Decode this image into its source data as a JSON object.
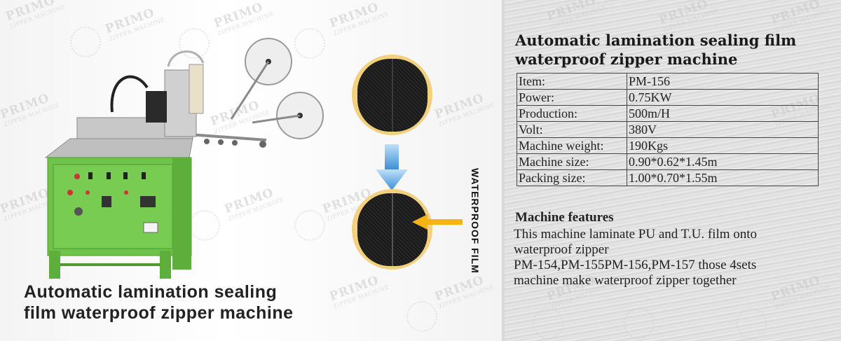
{
  "watermark": {
    "brand": "PRIMO",
    "sub": "ZIPPER MACHINE"
  },
  "left": {
    "caption_line1": "Automatic lamination sealing",
    "caption_line2": "film waterproof zipper machine",
    "waterproof_label": "WATERPROOF FILM"
  },
  "right": {
    "title_line1": "Automatic lamination sealing film",
    "title_line2": "waterproof zipper machine",
    "specs": [
      {
        "key": "Item:",
        "value": "PM-156"
      },
      {
        "key": "Power:",
        "value": "0.75KW"
      },
      {
        "key": "Production:",
        "value": "500m/H"
      },
      {
        "key": "Volt:",
        "value": "380V"
      },
      {
        "key": "Machine weight:",
        "value": "190Kgs"
      },
      {
        "key": "Machine size:",
        "value": "0.90*0.62*1.45m"
      },
      {
        "key": "Packing size:",
        "value": "1.00*0.70*1.55m"
      }
    ],
    "features_heading": "Machine features",
    "features_lines": [
      "This machine laminate PU and T.U. film onto",
      "waterproof zipper",
      "PM-154,PM-155PM-156,PM-157 those 4sets",
      "machine make waterproof zipper together"
    ]
  },
  "colors": {
    "machine_green": "#6fc24a",
    "arrow_blue": "#4f9ee0",
    "arrow_yellow": "#f3b414"
  }
}
